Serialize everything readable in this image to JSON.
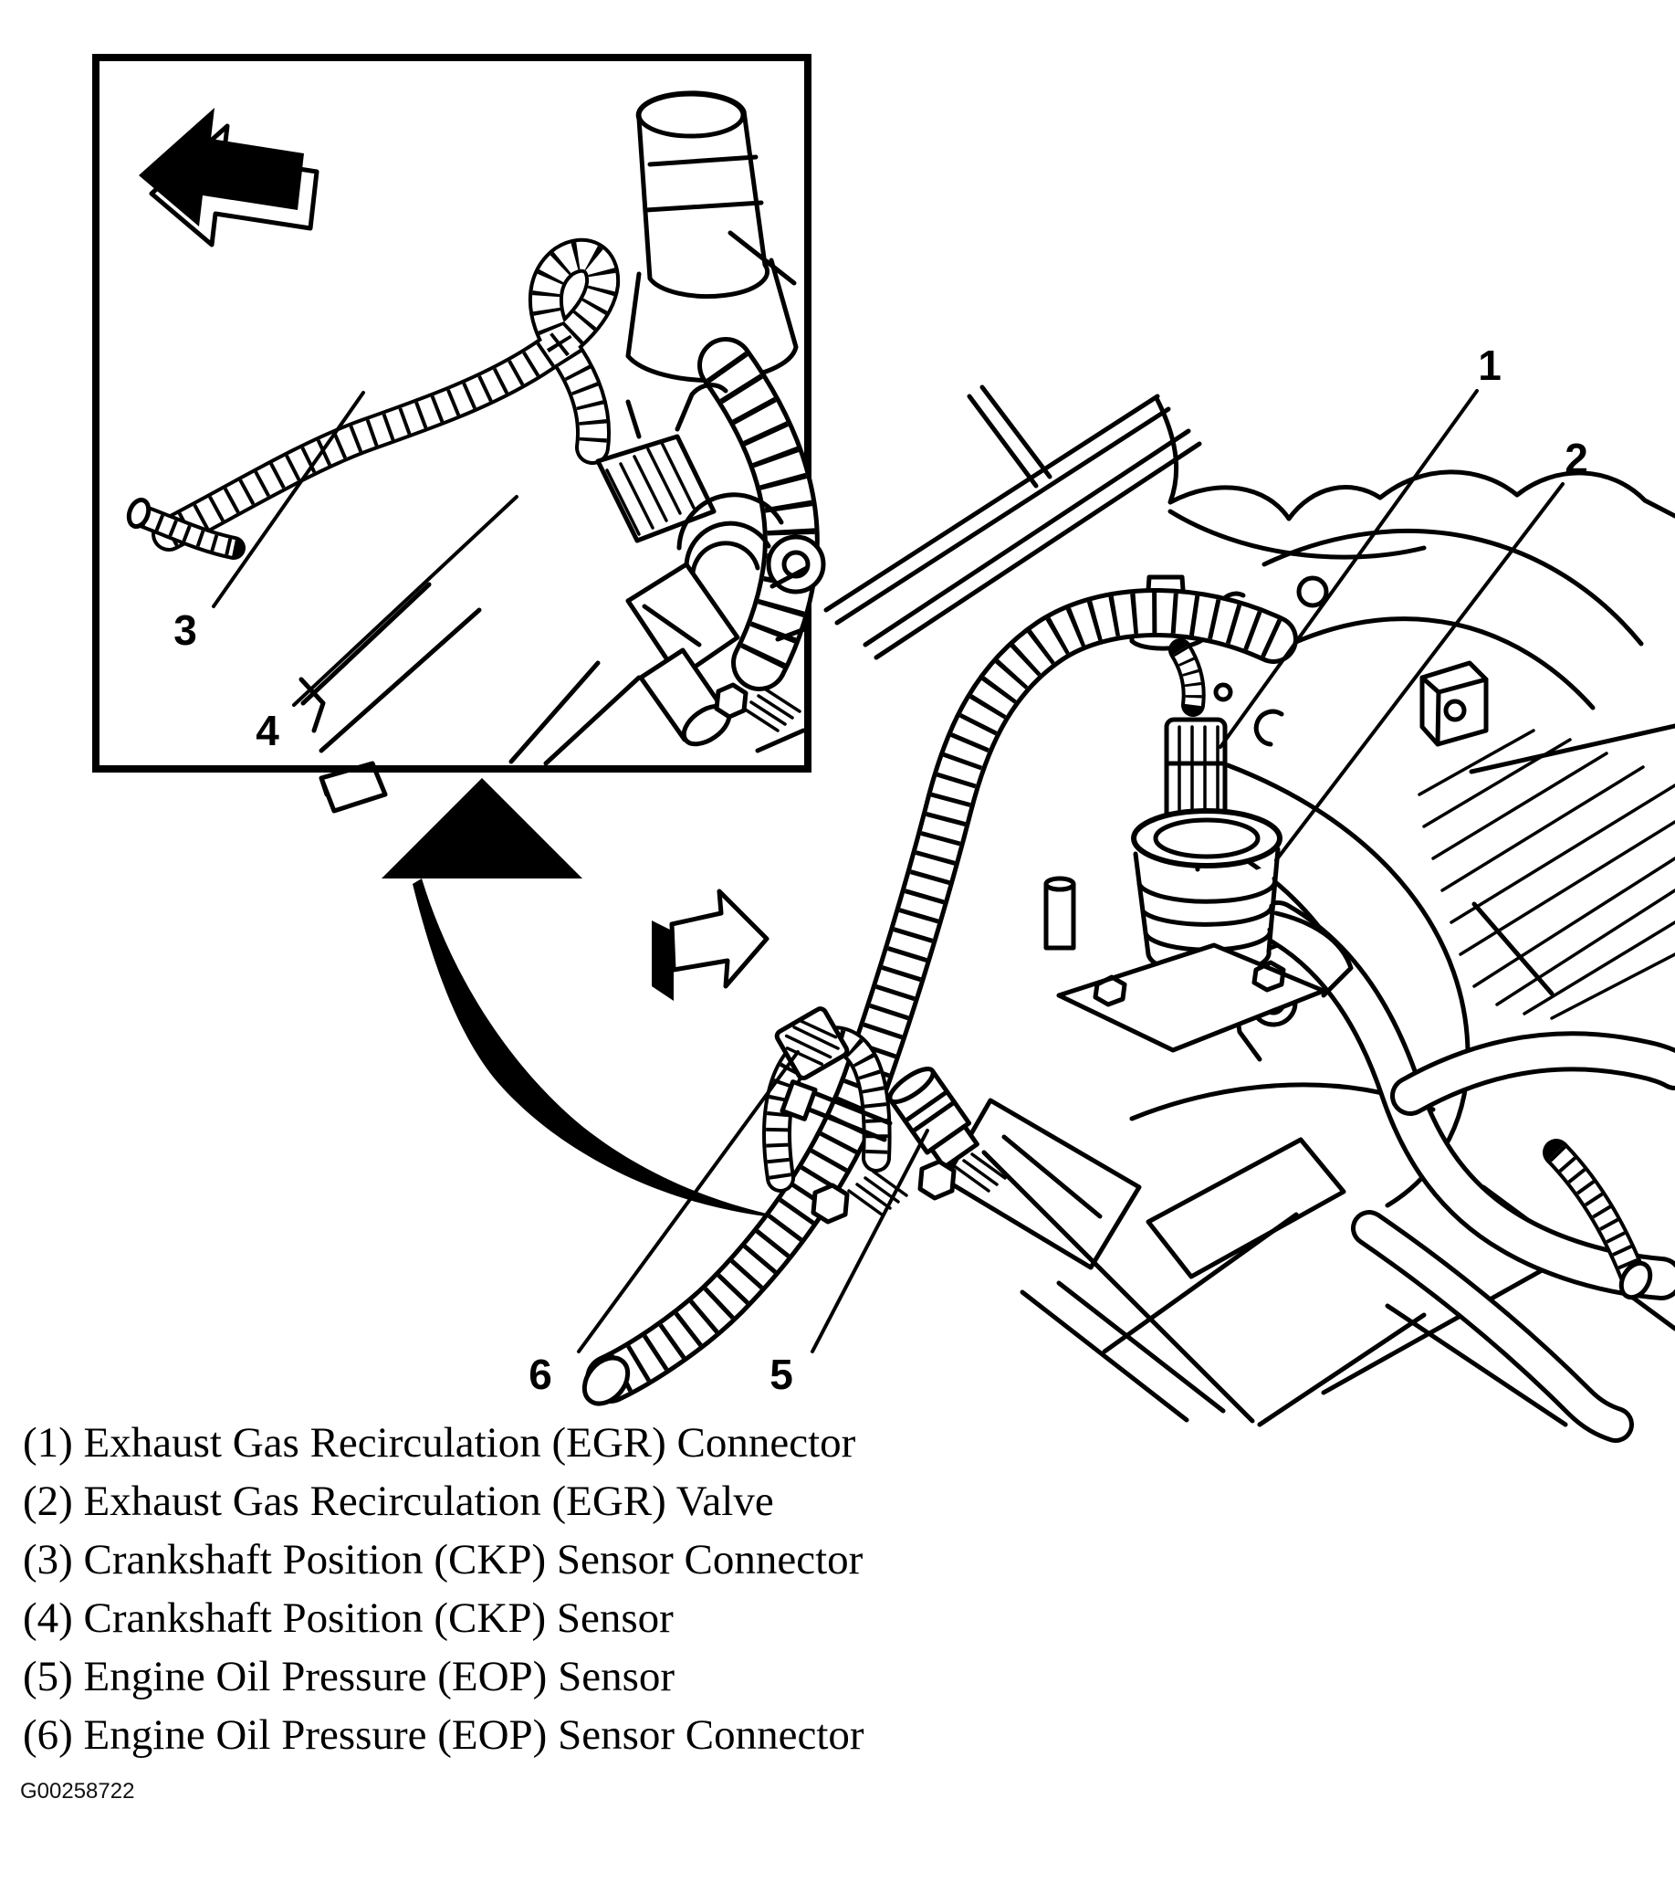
{
  "colors": {
    "ink": "#000000",
    "background": "#ffffff"
  },
  "callouts": {
    "c1": "1",
    "c2": "2",
    "c3": "3",
    "c4": "4",
    "c5": "5",
    "c6": "6"
  },
  "legend": {
    "items": [
      "(1) Exhaust Gas Recirculation (EGR) Connector",
      "(2) Exhaust Gas Recirculation (EGR) Valve",
      "(3) Crankshaft Position (CKP) Sensor Connector",
      "(4) Crankshaft Position (CKP) Sensor",
      "(5) Engine Oil Pressure (EOP) Sensor",
      "(6) Engine Oil Pressure (EOP) Sensor Connector"
    ]
  },
  "figure_code": "G00258722"
}
